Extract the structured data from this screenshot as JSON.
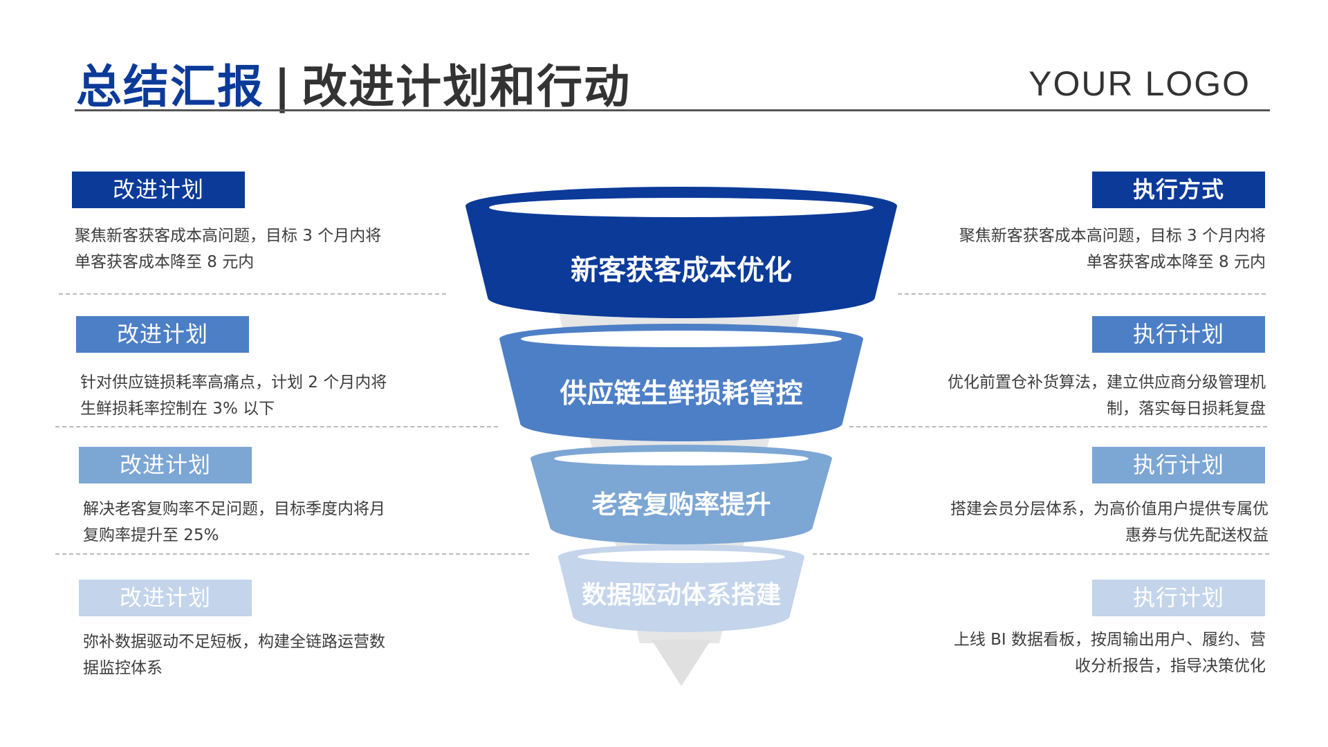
{
  "header": {
    "title_main": "总结汇报",
    "title_separator": "|",
    "title_sub": "改进计划和行动",
    "logo": "YOUR LOGO"
  },
  "colors": {
    "tier1": "#0b3a99",
    "tier2": "#4d7fc6",
    "tier3": "#7ca6d4",
    "tier4": "#c3d4eb",
    "tag_exec_first": "#0b3a99",
    "arrow": "#e0e0e0"
  },
  "funnel": {
    "tiers": [
      {
        "label": "新客获客成本优化"
      },
      {
        "label": "供应链生鲜损耗管控"
      },
      {
        "label": "老客复购率提升"
      },
      {
        "label": "数据驱动体系搭建"
      }
    ]
  },
  "left": {
    "items": [
      {
        "tag": "改进计划",
        "lines": [
          "聚焦新客获客成本高问题，目标 3 个月内将",
          "单客获客成本降至 8 元内"
        ]
      },
      {
        "tag": "改进计划",
        "lines": [
          "针对供应链损耗率高痛点，计划 2 个月内将",
          "生鲜损耗率控制在 3% 以下"
        ]
      },
      {
        "tag": "改进计划",
        "lines": [
          "解决老客复购率不足问题，目标季度内将月",
          "复购率提升至 25%"
        ]
      },
      {
        "tag": "改进计划",
        "lines": [
          "弥补数据驱动不足短板，构建全链路运营数",
          "据监控体系"
        ]
      }
    ]
  },
  "right": {
    "items": [
      {
        "tag": "执行方式",
        "lines": [
          "聚焦新客获客成本高问题，目标 3 个月内将",
          "单客获客成本降至 8 元内"
        ]
      },
      {
        "tag": "执行计划",
        "lines": [
          "优化前置仓补货算法，建立供应商分级管理机",
          "制，落实每日损耗复盘"
        ]
      },
      {
        "tag": "执行计划",
        "lines": [
          "搭建会员分层体系，为高价值用户提供专属优",
          "惠券与优先配送权益"
        ]
      },
      {
        "tag": "执行计划",
        "lines": [
          "上线 BI 数据看板，按周输出用户、履约、营",
          "收分析报告，指导决策优化"
        ]
      }
    ]
  }
}
